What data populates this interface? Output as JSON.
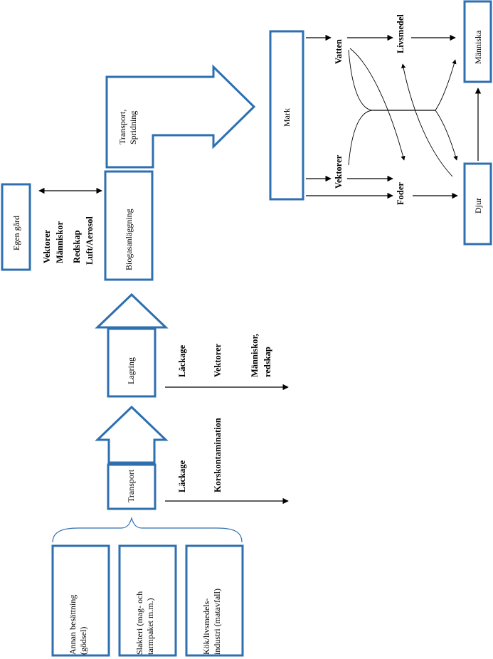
{
  "sources": {
    "annan_line1": "Annan besättning",
    "annan_line2": "(gödsel)",
    "slakteri_line1": "Slakteri (mag- och",
    "slakteri_line2": "tarmpaket m.m.)",
    "kok_line1": "Kök/livsmedels-",
    "kok_line2": "industri (matavfall)"
  },
  "nodes": {
    "transport": "Transport",
    "lagring": "Lagring",
    "biogas": "Biogasanläggning",
    "transport_spridning_line1": "Transport,",
    "transport_spridning_line2": "Spridning",
    "egen_gard": "Egen gård",
    "mark": "Mark",
    "manniska": "Människa",
    "djur": "Djur"
  },
  "transport_risks": {
    "lackage": "Läckage",
    "korskontamination": "Korskontamination"
  },
  "lagring_risks": {
    "lackage": "Läckage",
    "vektorer": "Vektorer",
    "manniskor_line1": "Människor,",
    "manniskor_line2": "redskap"
  },
  "egen_gard_links": {
    "vektorer": "Vektorer",
    "manniskor": "Människor",
    "redskap": "Redskap",
    "luft": "Luft/Aerosol"
  },
  "pathways": {
    "vatten": "Vatten",
    "livsmedel": "Livsmedel",
    "vektorer": "Vektorer",
    "foder": "Foder"
  }
}
